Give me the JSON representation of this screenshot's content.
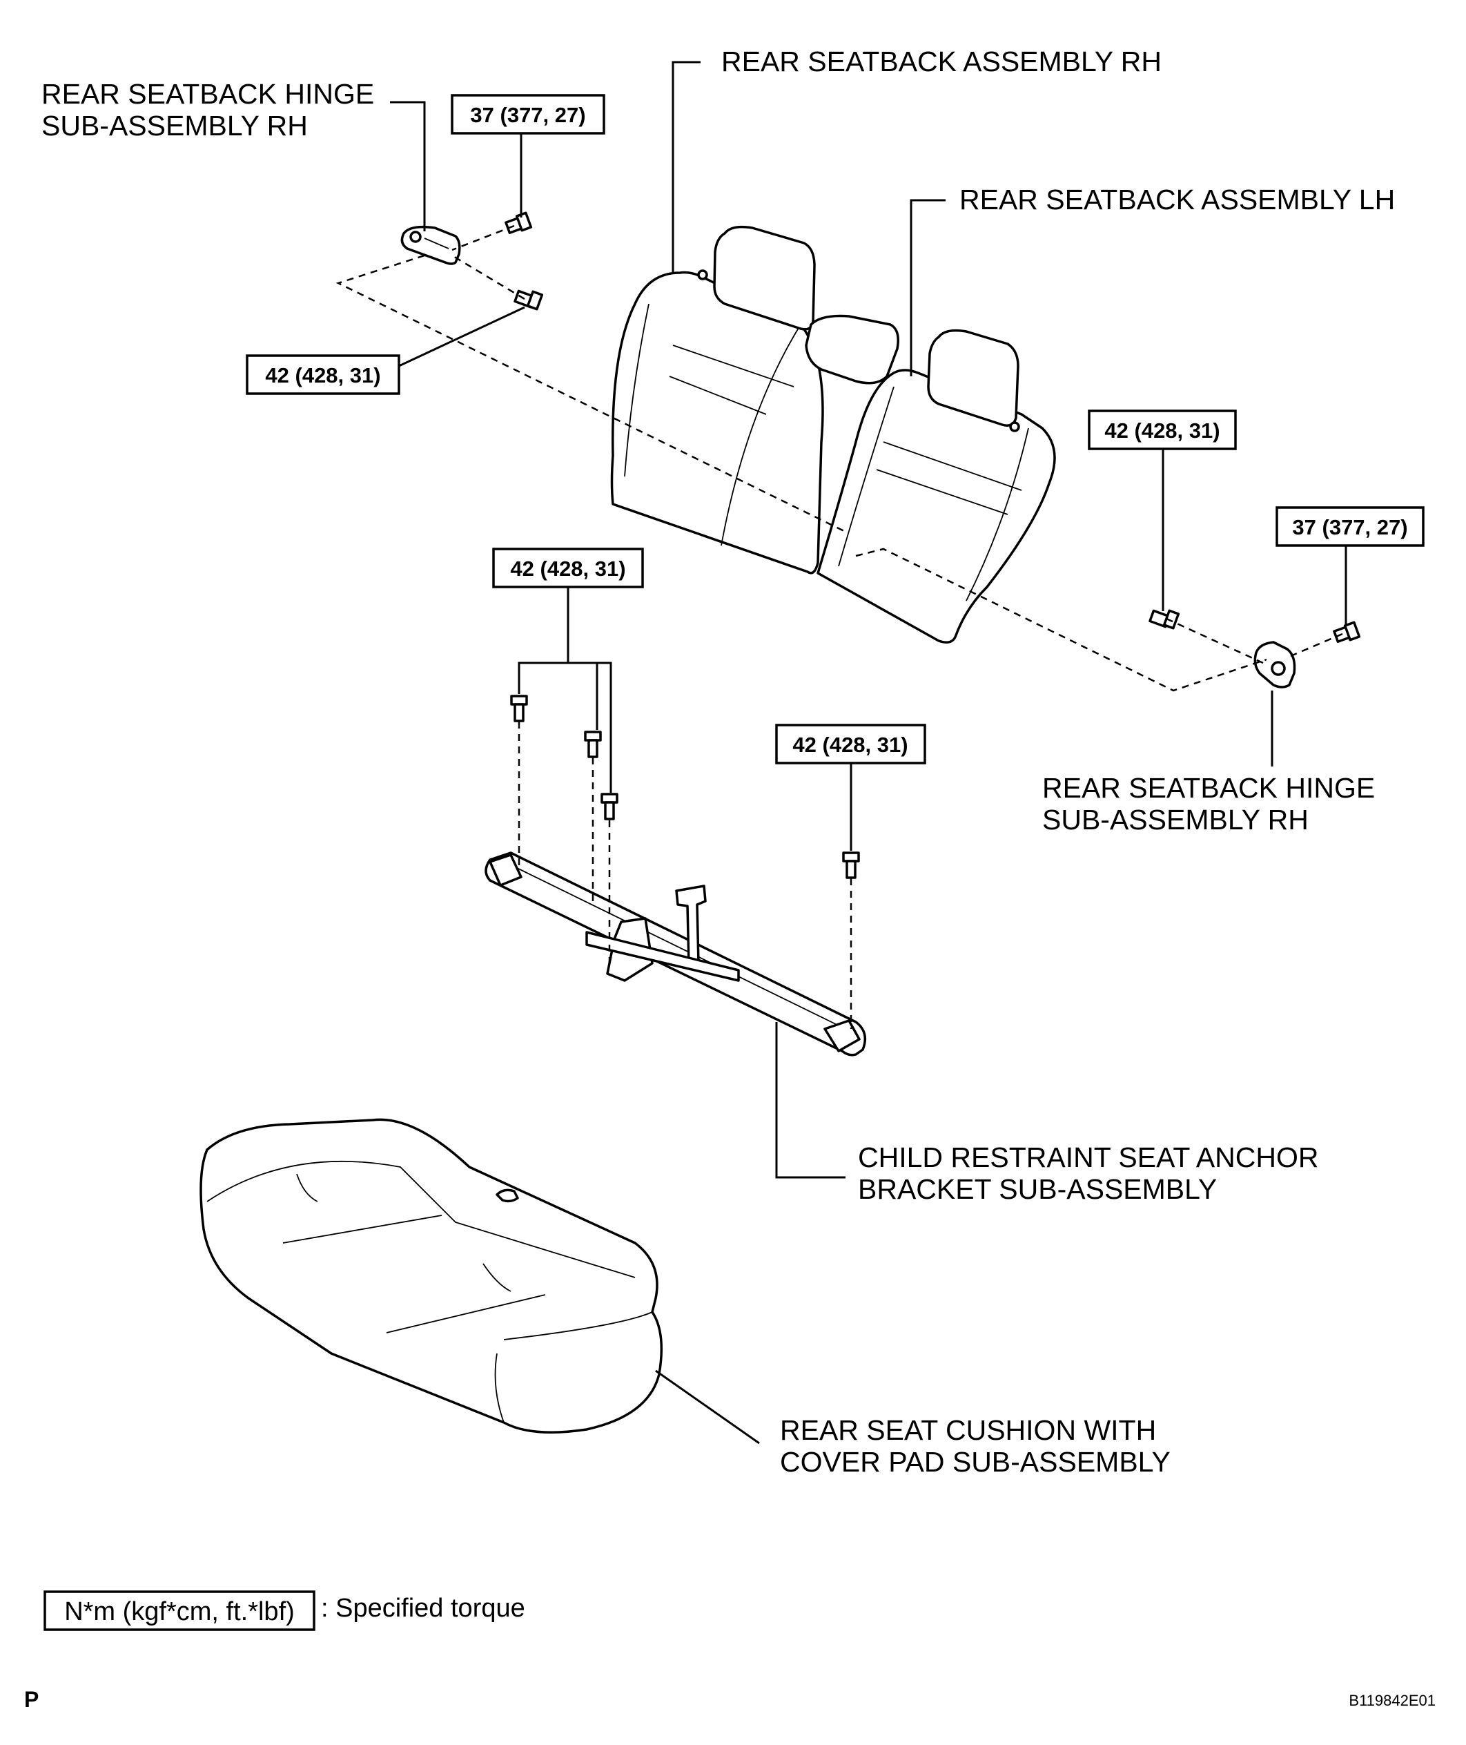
{
  "labels": {
    "hinge_lh_line1": "REAR SEATBACK  HINGE",
    "hinge_lh_line2": "SUB-ASSEMBLY RH",
    "seatback_rh": "REAR SEATBACK ASSEMBLY RH",
    "seatback_lh": "REAR SEATBACK ASSEMBLY LH",
    "hinge_rh_line1": "REAR SEATBACK HINGE",
    "hinge_rh_line2": "SUB-ASSEMBLY RH",
    "anchor_line1": "CHILD RESTRAINT SEAT ANCHOR",
    "anchor_line2": "BRACKET SUB-ASSEMBLY",
    "cushion_line1": "REAR SEAT CUSHION WITH",
    "cushion_line2": "COVER PAD SUB-ASSEMBLY"
  },
  "torques": {
    "hinge_left_upper": "37 (377, 27)",
    "hinge_left_lower": "42 (428, 31)",
    "hinge_right_inner": "42 (428, 31)",
    "hinge_right_outer": "37 (377, 27)",
    "anchor_left_group": "42 (428, 31)",
    "anchor_right": "42 (428, 31)"
  },
  "legend": {
    "box_text": "N*m (kgf*cm, ft.*lbf)",
    "description": ": Specified torque"
  },
  "footer": {
    "page_letter": "P",
    "figure_code": "B119842E01"
  }
}
